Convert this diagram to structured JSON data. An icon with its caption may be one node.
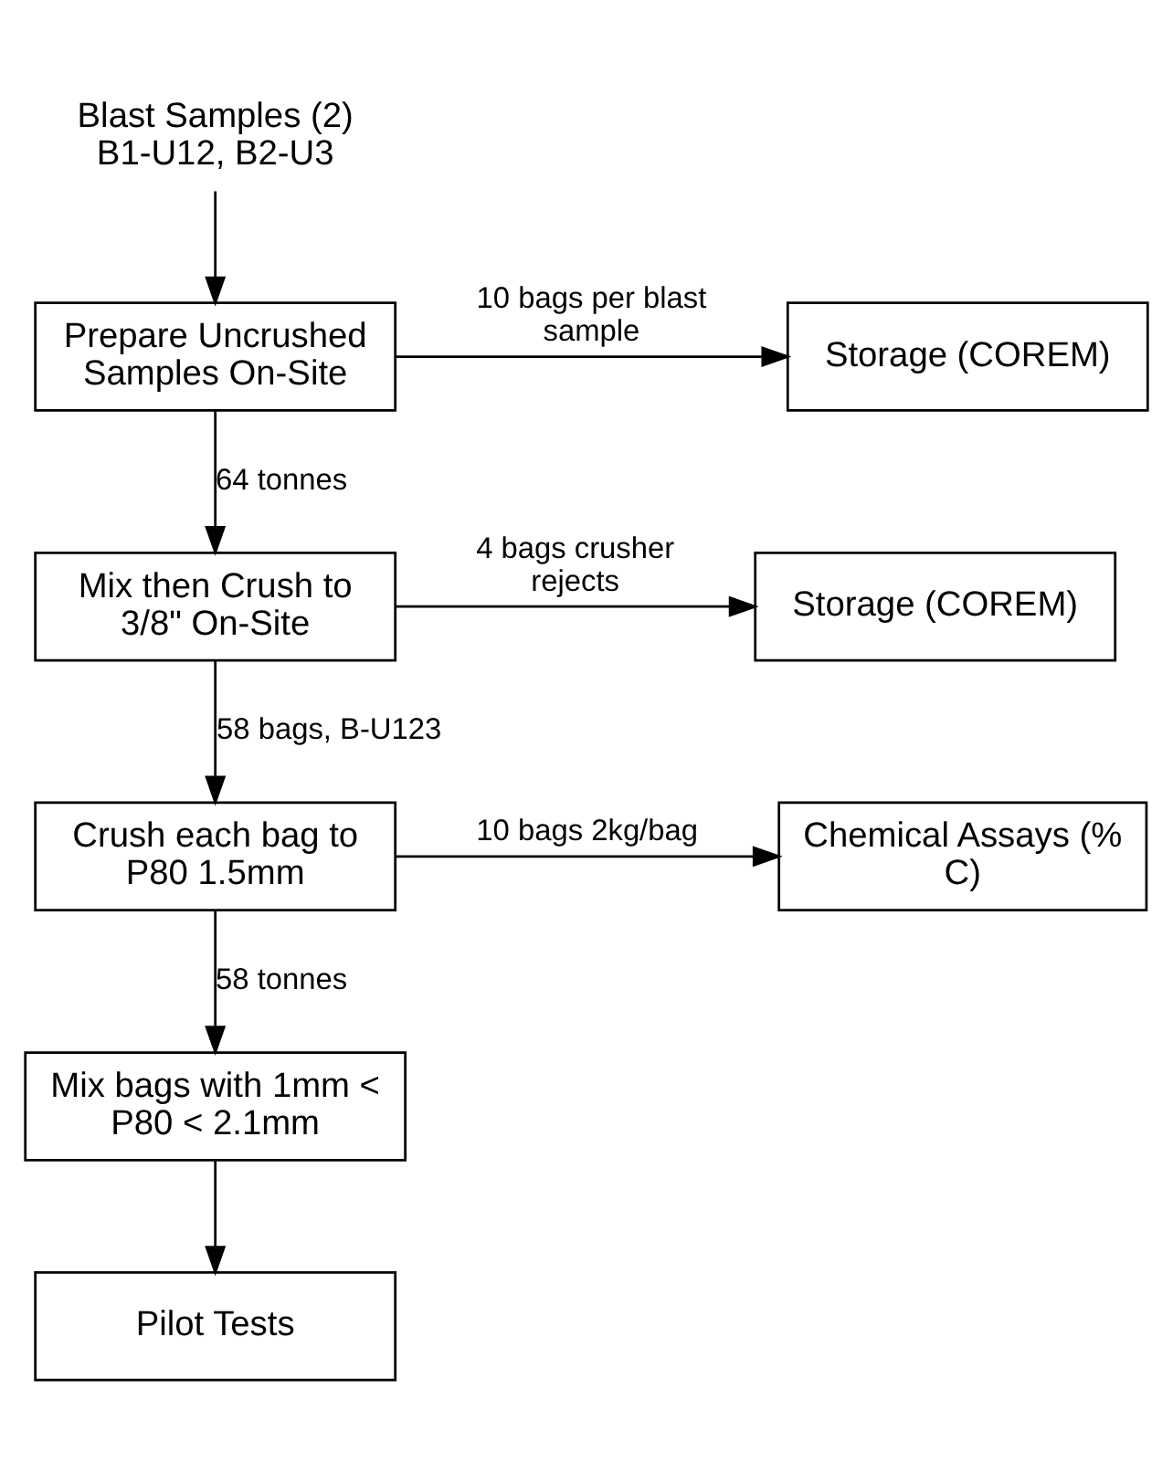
{
  "diagram": {
    "nodes": [
      {
        "text": [
          "Blast Samples (2)",
          "B1-U12, B2-U3"
        ]
      },
      {
        "text": [
          "Prepare Uncrushed Samples On-Site"
        ]
      },
      {
        "text": [
          "Storage (COREM)"
        ]
      },
      {
        "text": [
          "Mix then Crush to 3/8\" On-Site"
        ]
      },
      {
        "text": [
          "Storage (COREM)"
        ]
      },
      {
        "text": [
          "Crush each bag to P80 1.5mm"
        ]
      },
      {
        "text": [
          "Chemical Assays (% C)"
        ]
      },
      {
        "text": [
          "Mix bags with 1mm < P80 < 2.1mm"
        ]
      },
      {
        "text": [
          "Pilot Tests"
        ]
      }
    ],
    "edges": [
      {
        "from": 0,
        "to": 1,
        "arrow": "to"
      },
      {
        "from": 1,
        "to": 2,
        "arrow": "to",
        "label": "10 bags per blast sample"
      },
      {
        "from": 1,
        "to": 3,
        "arrow": "to",
        "label": "64 tonnes"
      },
      {
        "from": 3,
        "to": 4,
        "arrow": "to",
        "label": "4 bags crusher rejects"
      },
      {
        "from": 3,
        "to": 5,
        "arrow": "to",
        "label": "58 bags, B-U123"
      },
      {
        "from": 5,
        "to": 6,
        "arrow": "to",
        "label": "10 bags 2kg/bag"
      },
      {
        "from": 5,
        "to": 7,
        "arrow": "to",
        "label": "58 tonnes"
      },
      {
        "from": 7,
        "to": 8,
        "arrow": "to"
      }
    ]
  }
}
